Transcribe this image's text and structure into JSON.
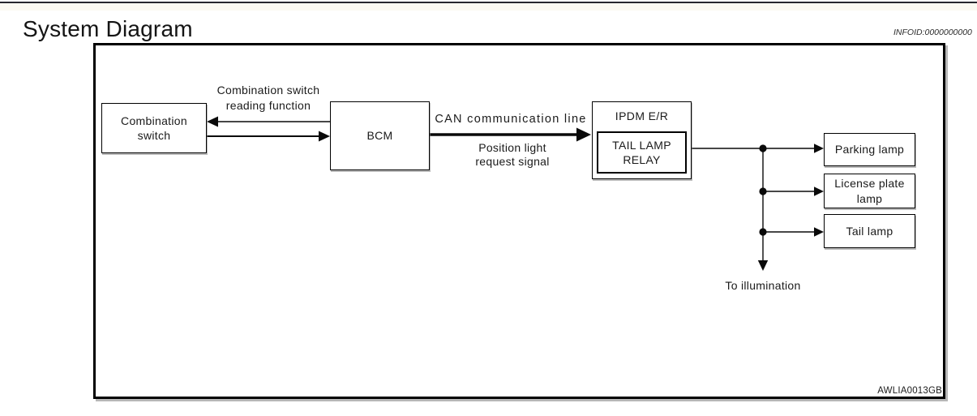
{
  "page": {
    "title": "System Diagram",
    "infoid": "INFOID:0000000000",
    "figure_code": "AWLIA0013GB"
  },
  "diagram": {
    "nodes": {
      "combination_switch": "Combination switch",
      "bcm": "BCM",
      "ipdm_er": "IPDM E/R",
      "tail_lamp_relay": "TAIL LAMP RELAY",
      "parking_lamp": "Parking lamp",
      "license_plate_lamp": "License plate lamp",
      "tail_lamp": "Tail lamp"
    },
    "labels": {
      "reading_function": "Combination switch reading function",
      "can_line": "CAN communication line",
      "position_light_request": "Position light request signal",
      "to_illumination": "To illumination"
    }
  }
}
